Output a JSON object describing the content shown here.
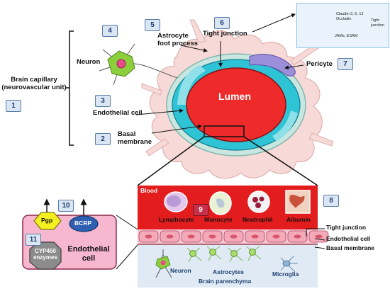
{
  "labels": {
    "brain_capillary": "Brain capillary\n(neurovascular unit)",
    "neuron_top": "Neuron",
    "astrocyte_foot": "Astrocyte\nfoot process",
    "tight_junction_top": "Tight junction",
    "pericyte": "Pericyte",
    "endothelial_cell": "Endothelial cell",
    "basal_membrane": "Basal\nmembrane",
    "lumen": "Lumen",
    "blood": "Blood",
    "lymphocyte": "Lymphocyte",
    "monocyte": "Monocyte",
    "neutrophil": "Neutrophil",
    "albumin": "Albumin",
    "tight_junction_bottom": "Tight junction",
    "endothelial_cell_right": "Endothelial cell",
    "basal_membrane_right": "Basal membrane",
    "neuron_bottom": "Neuron",
    "astrocytes": "Astrocytes",
    "brain_parenchyma": "Brain parenchyma",
    "microglia": "Microglia",
    "pgp": "Pgp",
    "bcrp": "BCRP",
    "cyp450": "CYP450\nenzymes",
    "endothelial_cell_box": "Endothelial\ncell"
  },
  "inset": {
    "claudin": "Claudin 3, 5, 12\nOccludin",
    "jams": "JAMs, ESAM",
    "tight_junction": "Tight\njunction"
  },
  "numbers": {
    "n1": "1",
    "n2": "2",
    "n3": "3",
    "n4": "4",
    "n5": "5",
    "n6": "6",
    "n7": "7",
    "n8": "8",
    "n9": "9",
    "n10": "10",
    "n11": "11"
  },
  "colors": {
    "lumen_red": "#ee2a2a",
    "endothelium_cyan": "#2ec4d6",
    "pericyte_purple": "#9a8fd8",
    "astrocyte_pink": "#f7d9d7",
    "blood_red": "#e31d1d",
    "parenchyma_blue": "#dfeaf4",
    "endo_box_pink": "#f6b7cf",
    "pgp_yellow": "#f4ef1f",
    "bcrp_blue": "#2f5fb0",
    "number_box": "#dbe6f4"
  }
}
